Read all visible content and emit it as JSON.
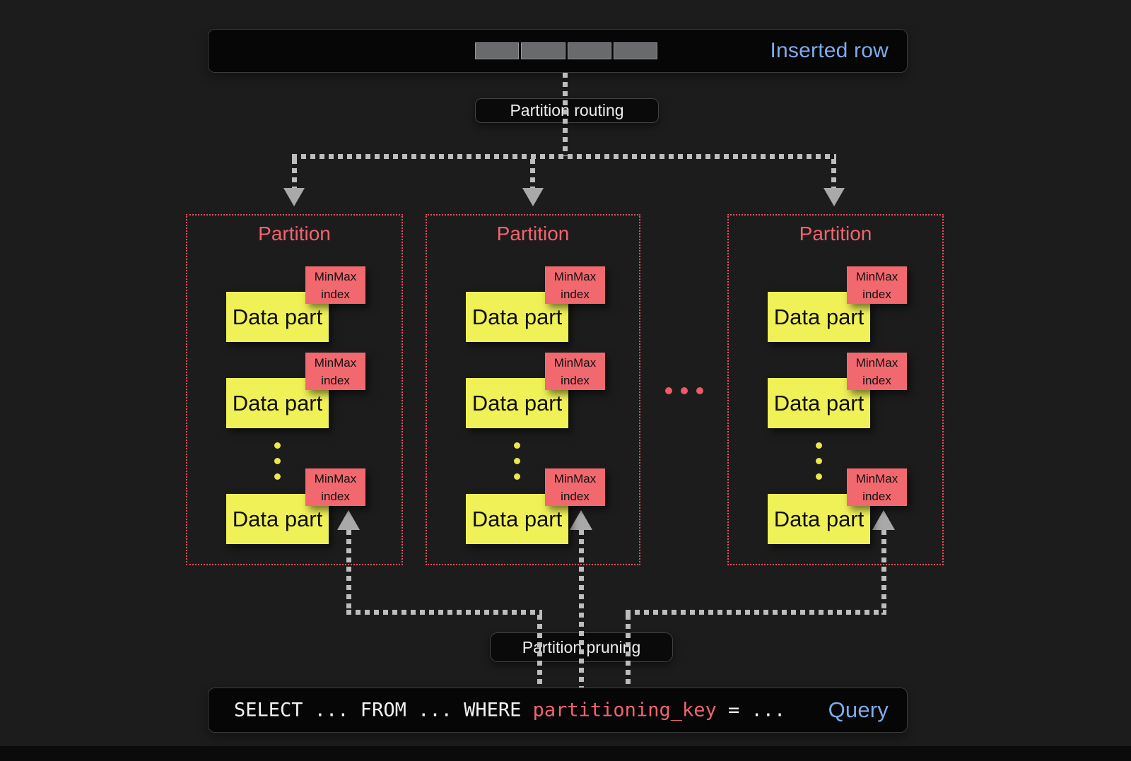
{
  "top_bar": {
    "label": "Inserted row",
    "cell_count": 4
  },
  "labels": {
    "routing": "Partition routing",
    "pruning": "Partition pruning"
  },
  "partitions": [
    {
      "title": "Partition",
      "parts": [
        {
          "label": "Data part",
          "tag": "MinMax index"
        },
        {
          "label": "Data part",
          "tag": "MinMax index"
        },
        {
          "label": "Data part",
          "tag": "MinMax index"
        }
      ]
    },
    {
      "title": "Partition",
      "parts": [
        {
          "label": "Data part",
          "tag": "MinMax index"
        },
        {
          "label": "Data part",
          "tag": "MinMax index"
        },
        {
          "label": "Data part",
          "tag": "MinMax index"
        }
      ]
    },
    {
      "title": "Partition",
      "parts": [
        {
          "label": "Data part",
          "tag": "MinMax index"
        },
        {
          "label": "Data part",
          "tag": "MinMax index"
        },
        {
          "label": "Data part",
          "tag": "MinMax index"
        }
      ]
    }
  ],
  "query_bar": {
    "prefix": "SELECT ... FROM ... WHERE ",
    "key": "partitioning_key",
    "suffix": " = ...",
    "label": "Query"
  },
  "colors": {
    "background": "#1c1c1d",
    "partition_border_red": "#e4515c",
    "data_part_yellow": "#f0f156",
    "minmax_tag_red": "#f2686f",
    "accent_blue": "#7fabe9",
    "query_key_red": "#f0646c",
    "flow_line_gray": "#bdbdbd"
  }
}
